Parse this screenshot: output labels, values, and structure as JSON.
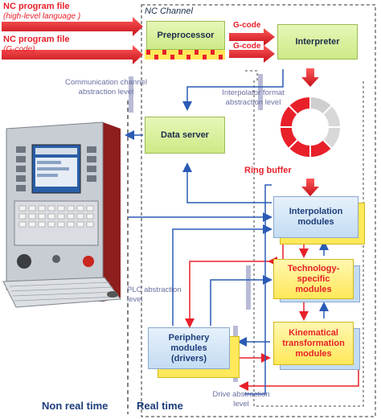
{
  "inputs": {
    "file1_title": "NC program file",
    "file1_sub": "(high-level language )",
    "file2_title": "NC program file",
    "file2_sub": "(G-code)",
    "gcode1": "G-code",
    "gcode2": "G-code"
  },
  "channel": {
    "title": "NC Channel"
  },
  "boxes": {
    "preprocessor": "Preprocessor",
    "interpreter": "Interpreter",
    "data_server": "Data server",
    "interpolation_1": "Interpolation",
    "interpolation_2": "modules",
    "technology_1": "Technology-",
    "technology_2": "specific",
    "technology_3": "modules",
    "kinematical_1": "Kinematical",
    "kinematical_2": "transformation",
    "kinematical_3": "modules",
    "periphery_1": "Periphery",
    "periphery_2": "modules",
    "periphery_3": "(drivers)"
  },
  "ring_buffer": "Ring buffer",
  "levels": {
    "comm_1": "Communication channel",
    "comm_2": "abstraction level",
    "interp_1": "Interpolator format",
    "interp_2": "abstraction level",
    "plc_1": "PLC abstraction",
    "plc_2": "level",
    "drive_1": "Drive abstraction",
    "drive_2": "level"
  },
  "bottom": {
    "non_real_time": "Non real time",
    "real_time": "Real time"
  },
  "colors": {
    "arrow_red": "#e8202a",
    "arrow_blue": "#2a5bb5",
    "level_bar": "#b9bbd6"
  }
}
